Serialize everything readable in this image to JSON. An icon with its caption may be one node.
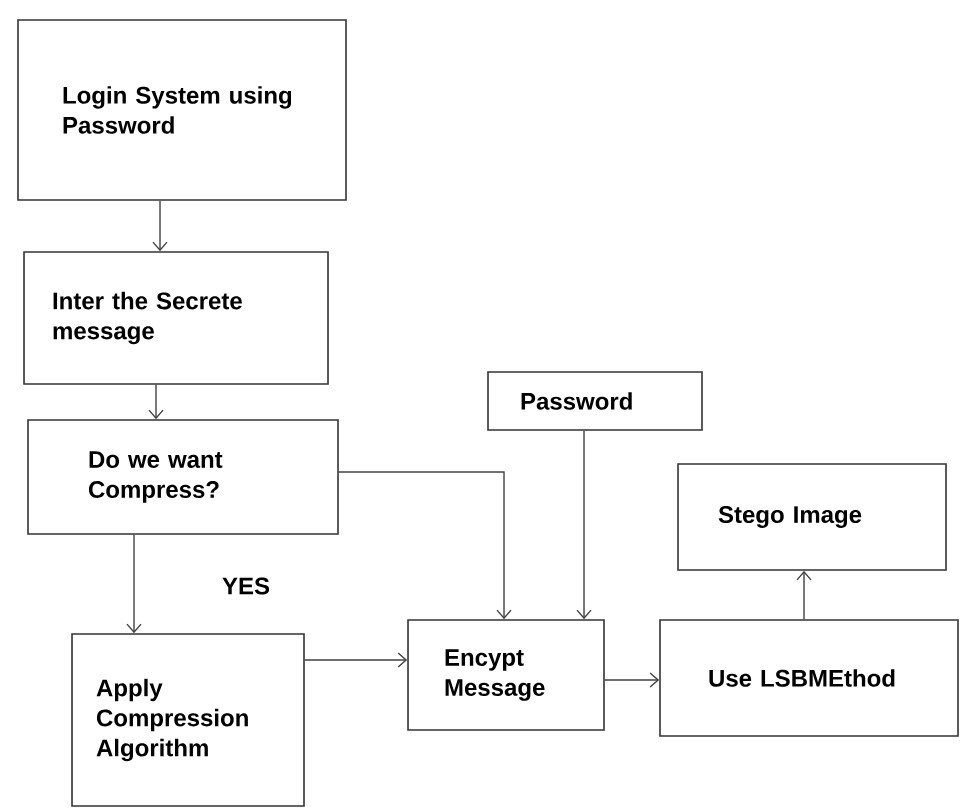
{
  "diagram": {
    "nodes": [
      {
        "text": [
          "Login System using Password"
        ]
      },
      {
        "text": [
          "Inter the Secrete message"
        ]
      },
      {
        "text": [
          "Do we want Compress?"
        ]
      },
      {
        "text": [
          "Password"
        ]
      },
      {
        "text": [
          "Stego Image"
        ]
      },
      {
        "text": [
          "Apply Compression Algorithm"
        ]
      },
      {
        "text": [
          "Encypt Message"
        ]
      },
      {
        "text": [
          "Use LSBMEthod"
        ]
      }
    ],
    "edges": [
      {
        "from": 0,
        "to": 1,
        "arrow": "to"
      },
      {
        "from": 1,
        "to": 2,
        "arrow": "to"
      },
      {
        "from": 2,
        "to": 5,
        "arrow": "to",
        "label": "YES"
      },
      {
        "from": 2,
        "to": 6,
        "arrow": "to"
      },
      {
        "from": 3,
        "to": 6,
        "arrow": "to"
      },
      {
        "from": 5,
        "to": 6,
        "arrow": "to"
      },
      {
        "from": 6,
        "to": 7,
        "arrow": "to"
      },
      {
        "from": 7,
        "to": 4,
        "arrow": "to"
      }
    ]
  }
}
